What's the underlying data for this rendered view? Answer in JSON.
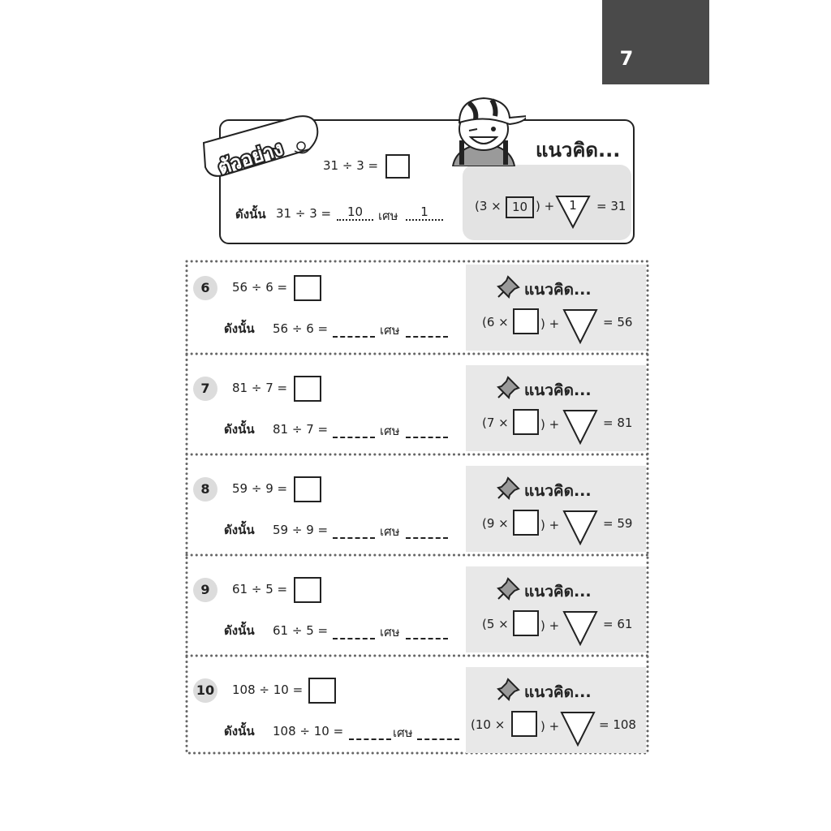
{
  "page_number": "7",
  "example": {
    "banner": "ตัวอย่าง",
    "problem": "31 ÷ 3 =",
    "therefore": "ดังนั้น",
    "eq": "31 ÷ 3 =",
    "quotient": "10",
    "remainder_label": "เศษ",
    "remainder": "1",
    "think_title": "แนวคิด...",
    "think_open": "(3 ×",
    "think_box": "10",
    "think_close_plus": ") +",
    "think_tri": "1",
    "think_result": "= 31"
  },
  "exercises": [
    {
      "num": "6",
      "problem": "56 ÷ 6 =",
      "therefore": "ดังนั้น",
      "eq": "56 ÷ 6 =",
      "remainder_label": "เศษ",
      "think": "แนวคิด...",
      "open": "(6 ×",
      "close_plus": ") +",
      "result": "= 56"
    },
    {
      "num": "7",
      "problem": "81 ÷ 7 =",
      "therefore": "ดังนั้น",
      "eq": "81 ÷ 7 =",
      "remainder_label": "เศษ",
      "think": "แนวคิด...",
      "open": "(7 ×",
      "close_plus": ") +",
      "result": "= 81"
    },
    {
      "num": "8",
      "problem": "59 ÷ 9 =",
      "therefore": "ดังนั้น",
      "eq": "59 ÷ 9 =",
      "remainder_label": "เศษ",
      "think": "แนวคิด...",
      "open": "(9 ×",
      "close_plus": ") +",
      "result": "= 59"
    },
    {
      "num": "9",
      "problem": "61 ÷ 5 =",
      "therefore": "ดังนั้น",
      "eq": "61 ÷ 5 =",
      "remainder_label": "เศษ",
      "think": "แนวคิด...",
      "open": "(5 ×",
      "close_plus": ") +",
      "result": "= 61"
    },
    {
      "num": "10",
      "problem": "108 ÷ 10 =",
      "therefore": "ดังนั้น",
      "eq": "108 ÷ 10 =",
      "remainder_label": "เศษ",
      "think": "แนวคิด...",
      "open": "(10 ×",
      "close_plus": ") +",
      "result": "= 108"
    }
  ]
}
